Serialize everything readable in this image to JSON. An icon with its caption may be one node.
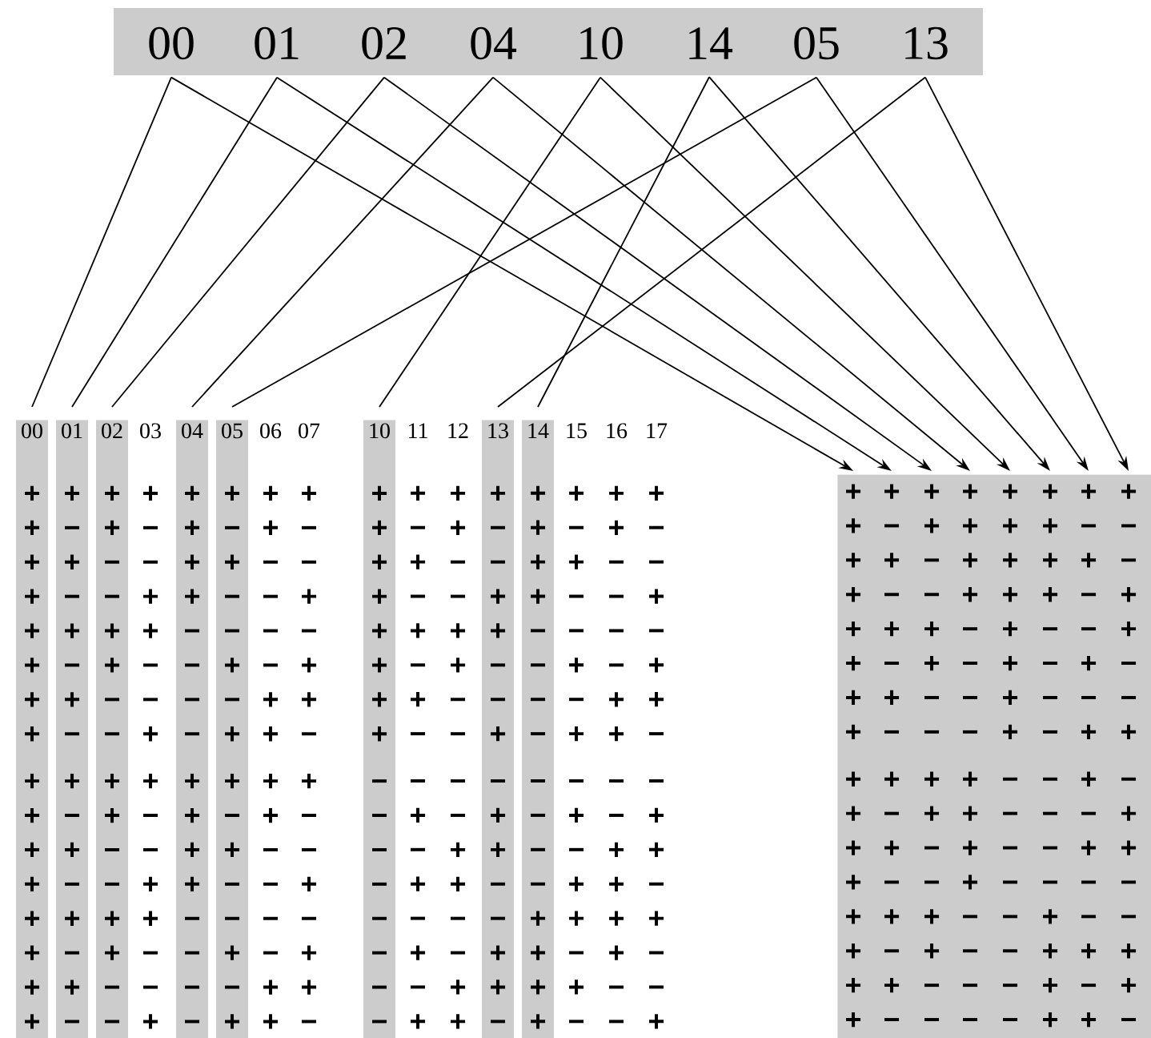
{
  "diagram": {
    "nodes": [
      {
        "text": [],
        "shape": "box"
      },
      {
        "text": [
          "00"
        ],
        "in": 0
      },
      {
        "text": [
          "01"
        ],
        "in": 0
      },
      {
        "text": [
          "02"
        ],
        "in": 0
      },
      {
        "text": [
          "04"
        ],
        "in": 0
      },
      {
        "text": [
          "10"
        ],
        "in": 0
      },
      {
        "text": [
          "14"
        ],
        "in": 0
      },
      {
        "text": [
          "05"
        ],
        "in": 0
      },
      {
        "text": [
          "13"
        ],
        "in": 0
      },
      {
        "text": [
          "00",
          "+ + + + + + + +",
          "+ + + + + + + +"
        ]
      },
      {
        "text": [
          "01",
          "+ − + − + − + −",
          "+ − + − + − + −"
        ]
      },
      {
        "text": [
          "02",
          "+ + − − + + − −",
          "+ + − − + + − −"
        ]
      },
      {
        "text": [
          "03",
          "+ − − + + − − +",
          "+ − − + + − − +"
        ]
      },
      {
        "text": [
          "04",
          "+ + + + − − − −",
          "+ + + + − − − −"
        ]
      },
      {
        "text": [
          "05",
          "+ − + − − + − +",
          "+ − + − − + − +"
        ]
      },
      {
        "text": [
          "06",
          "+ + − − − − + +",
          "+ + − − − − + +"
        ]
      },
      {
        "text": [
          "07",
          "+ − − + − + + −",
          "+ − − + − + + −"
        ]
      },
      {
        "text": [
          "10",
          "+ + + + + + + +",
          "− − − − − − − −"
        ]
      },
      {
        "text": [
          "11",
          "+ − + − + − + −",
          "− + − + − + − +"
        ]
      },
      {
        "text": [
          "12",
          "+ + − − + + − −",
          "− − + + − − + +"
        ]
      },
      {
        "text": [
          "13",
          "+ − − + + − − +",
          "− + + − − + + −"
        ]
      },
      {
        "text": [
          "14",
          "+ + + + − − − −",
          "− − − − + + + +"
        ]
      },
      {
        "text": [
          "15",
          "+ − + − − + − +",
          "− + − + + − + −"
        ]
      },
      {
        "text": [
          "16",
          "+ + − − − − + +",
          "− − + + + + − −"
        ]
      },
      {
        "text": [
          "17",
          "+ − − + − + + −",
          "− + + − + − − +"
        ]
      },
      {
        "text": [],
        "shape": "box"
      },
      {
        "text": [
          "+ + + + + + + +",
          "+ + + + + + + +"
        ],
        "in": 25
      },
      {
        "text": [
          "+ − + − + − + −",
          "+ − + − + − + −"
        ],
        "in": 25
      },
      {
        "text": [
          "+ + − − + + − −",
          "+ + − − + + − −"
        ],
        "in": 25
      },
      {
        "text": [
          "+ + + + − − − −",
          "+ + + + − − − −"
        ],
        "in": 25
      },
      {
        "text": [
          "+ + + + + + + +",
          "− − − − − − − −"
        ],
        "in": 25
      },
      {
        "text": [
          "+ + + + − − − −",
          "− − − − + + + +"
        ],
        "in": 25
      },
      {
        "text": [
          "+ − + − − + − +",
          "+ − + − − + − +"
        ],
        "in": 25
      },
      {
        "text": [
          "+ − − + + − − +",
          "− + + − − + + −"
        ],
        "in": 25
      }
    ],
    "edges": [
      {
        "from": 1,
        "to": 9,
        "arrow": "none"
      },
      {
        "from": 1,
        "to": 26,
        "arrow": "to"
      },
      {
        "from": 2,
        "to": 10,
        "arrow": "none"
      },
      {
        "from": 2,
        "to": 27,
        "arrow": "to"
      },
      {
        "from": 3,
        "to": 11,
        "arrow": "none"
      },
      {
        "from": 3,
        "to": 28,
        "arrow": "to"
      },
      {
        "from": 4,
        "to": 13,
        "arrow": "none"
      },
      {
        "from": 4,
        "to": 29,
        "arrow": "to"
      },
      {
        "from": 5,
        "to": 17,
        "arrow": "none"
      },
      {
        "from": 5,
        "to": 30,
        "arrow": "to"
      },
      {
        "from": 6,
        "to": 21,
        "arrow": "none"
      },
      {
        "from": 6,
        "to": 31,
        "arrow": "to"
      },
      {
        "from": 7,
        "to": 14,
        "arrow": "none"
      },
      {
        "from": 7,
        "to": 32,
        "arrow": "to"
      },
      {
        "from": 8,
        "to": 20,
        "arrow": "none"
      },
      {
        "from": 8,
        "to": 33,
        "arrow": "to"
      }
    ]
  }
}
